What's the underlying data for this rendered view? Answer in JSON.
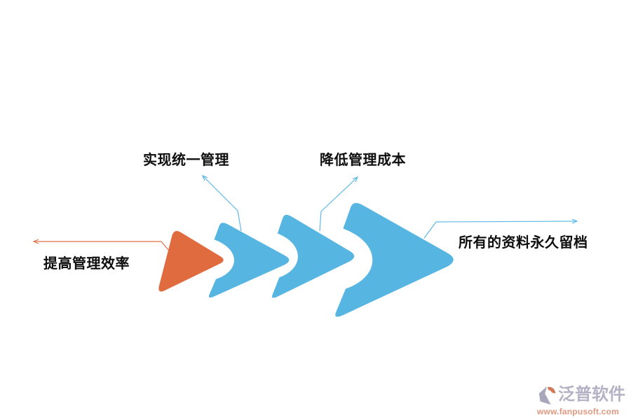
{
  "diagram": {
    "type": "process-arrow-diagram",
    "steps": [
      {
        "shape": "triangle",
        "color_key": "orange",
        "label": "提高管理效率",
        "label_side": "left"
      },
      {
        "shape": "chevron",
        "color_key": "blue",
        "label": "实现统一管理",
        "label_side": "top"
      },
      {
        "shape": "chevron",
        "color_key": "blue",
        "label": "降低管理成本",
        "label_side": "top"
      },
      {
        "shape": "chevron",
        "color_key": "blue",
        "label": "所有的资料永久留档",
        "label_side": "right"
      }
    ]
  },
  "labels": {
    "unified": "实现统一管理",
    "cost": "降低管理成本",
    "efficiency": "提高管理效率",
    "archive": "所有的资料永久留档"
  },
  "colors": {
    "orange": "#E06B3E",
    "blue": "#57B5E2",
    "connector_orange": "#E0714A",
    "connector_blue": "#5FB8E6",
    "background": "#ffffff",
    "label_text": "#0e0e0e",
    "brand_text": "#b4b2c4",
    "url_text": "#e1987f",
    "logo_gray": "#a7a6bb",
    "logo_orange": "#d2795a"
  },
  "watermark": {
    "brand": "泛普软件",
    "url": "www.fanpusoft.com"
  }
}
